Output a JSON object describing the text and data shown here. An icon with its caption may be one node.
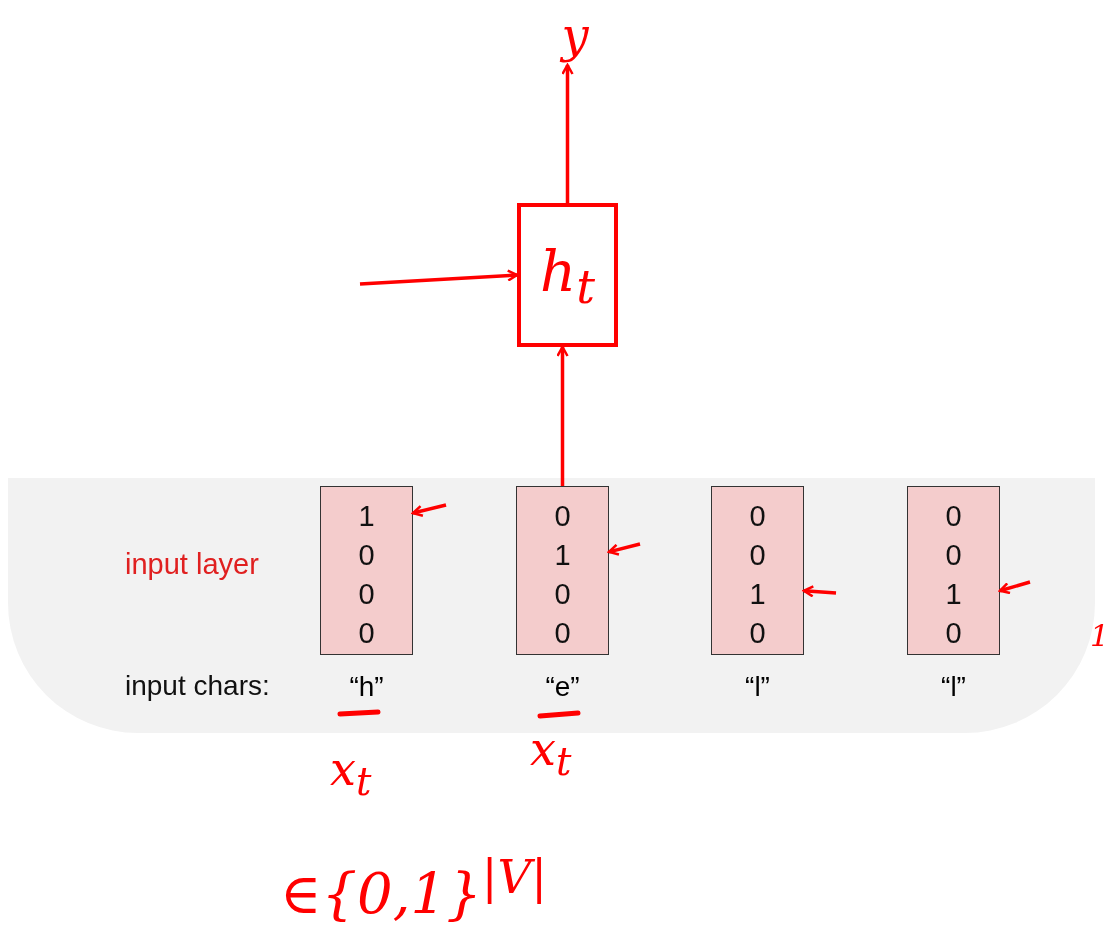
{
  "diagram": {
    "nodes": [
      {
        "text": [
          "y"
        ]
      },
      {
        "text": [
          "h$_{t}$"
        ]
      },
      {
        "text": [
          "1 0 0 0"
        ],
        "beside": [
          "“h”"
        ]
      },
      {
        "text": [
          "0 1 0 0"
        ],
        "beside": [
          "“e”"
        ]
      },
      {
        "text": [
          "0 0 1 0"
        ],
        "beside": [
          "“l”"
        ]
      },
      {
        "text": [
          "0 0 1 0"
        ],
        "beside": [
          "“l”"
        ]
      }
    ],
    "edges": [
      {
        "from": 1,
        "to": 0,
        "arrow": "to"
      },
      {
        "from": null,
        "to": 1,
        "arrow": "to"
      },
      {
        "from": 3,
        "to": 1,
        "arrow": "to"
      },
      {
        "from": null,
        "to": 2,
        "arrow": "to"
      },
      {
        "from": null,
        "to": 3,
        "arrow": "to"
      },
      {
        "from": null,
        "to": 4,
        "arrow": "to"
      },
      {
        "from": null,
        "to": 5,
        "arrow": "to"
      }
    ],
    "labels": [
      "input layer",
      "input chars:",
      "x$_{t}$",
      "x$_{t}$",
      "∈{0,1}$^{|V|}$",
      "1"
    ]
  }
}
